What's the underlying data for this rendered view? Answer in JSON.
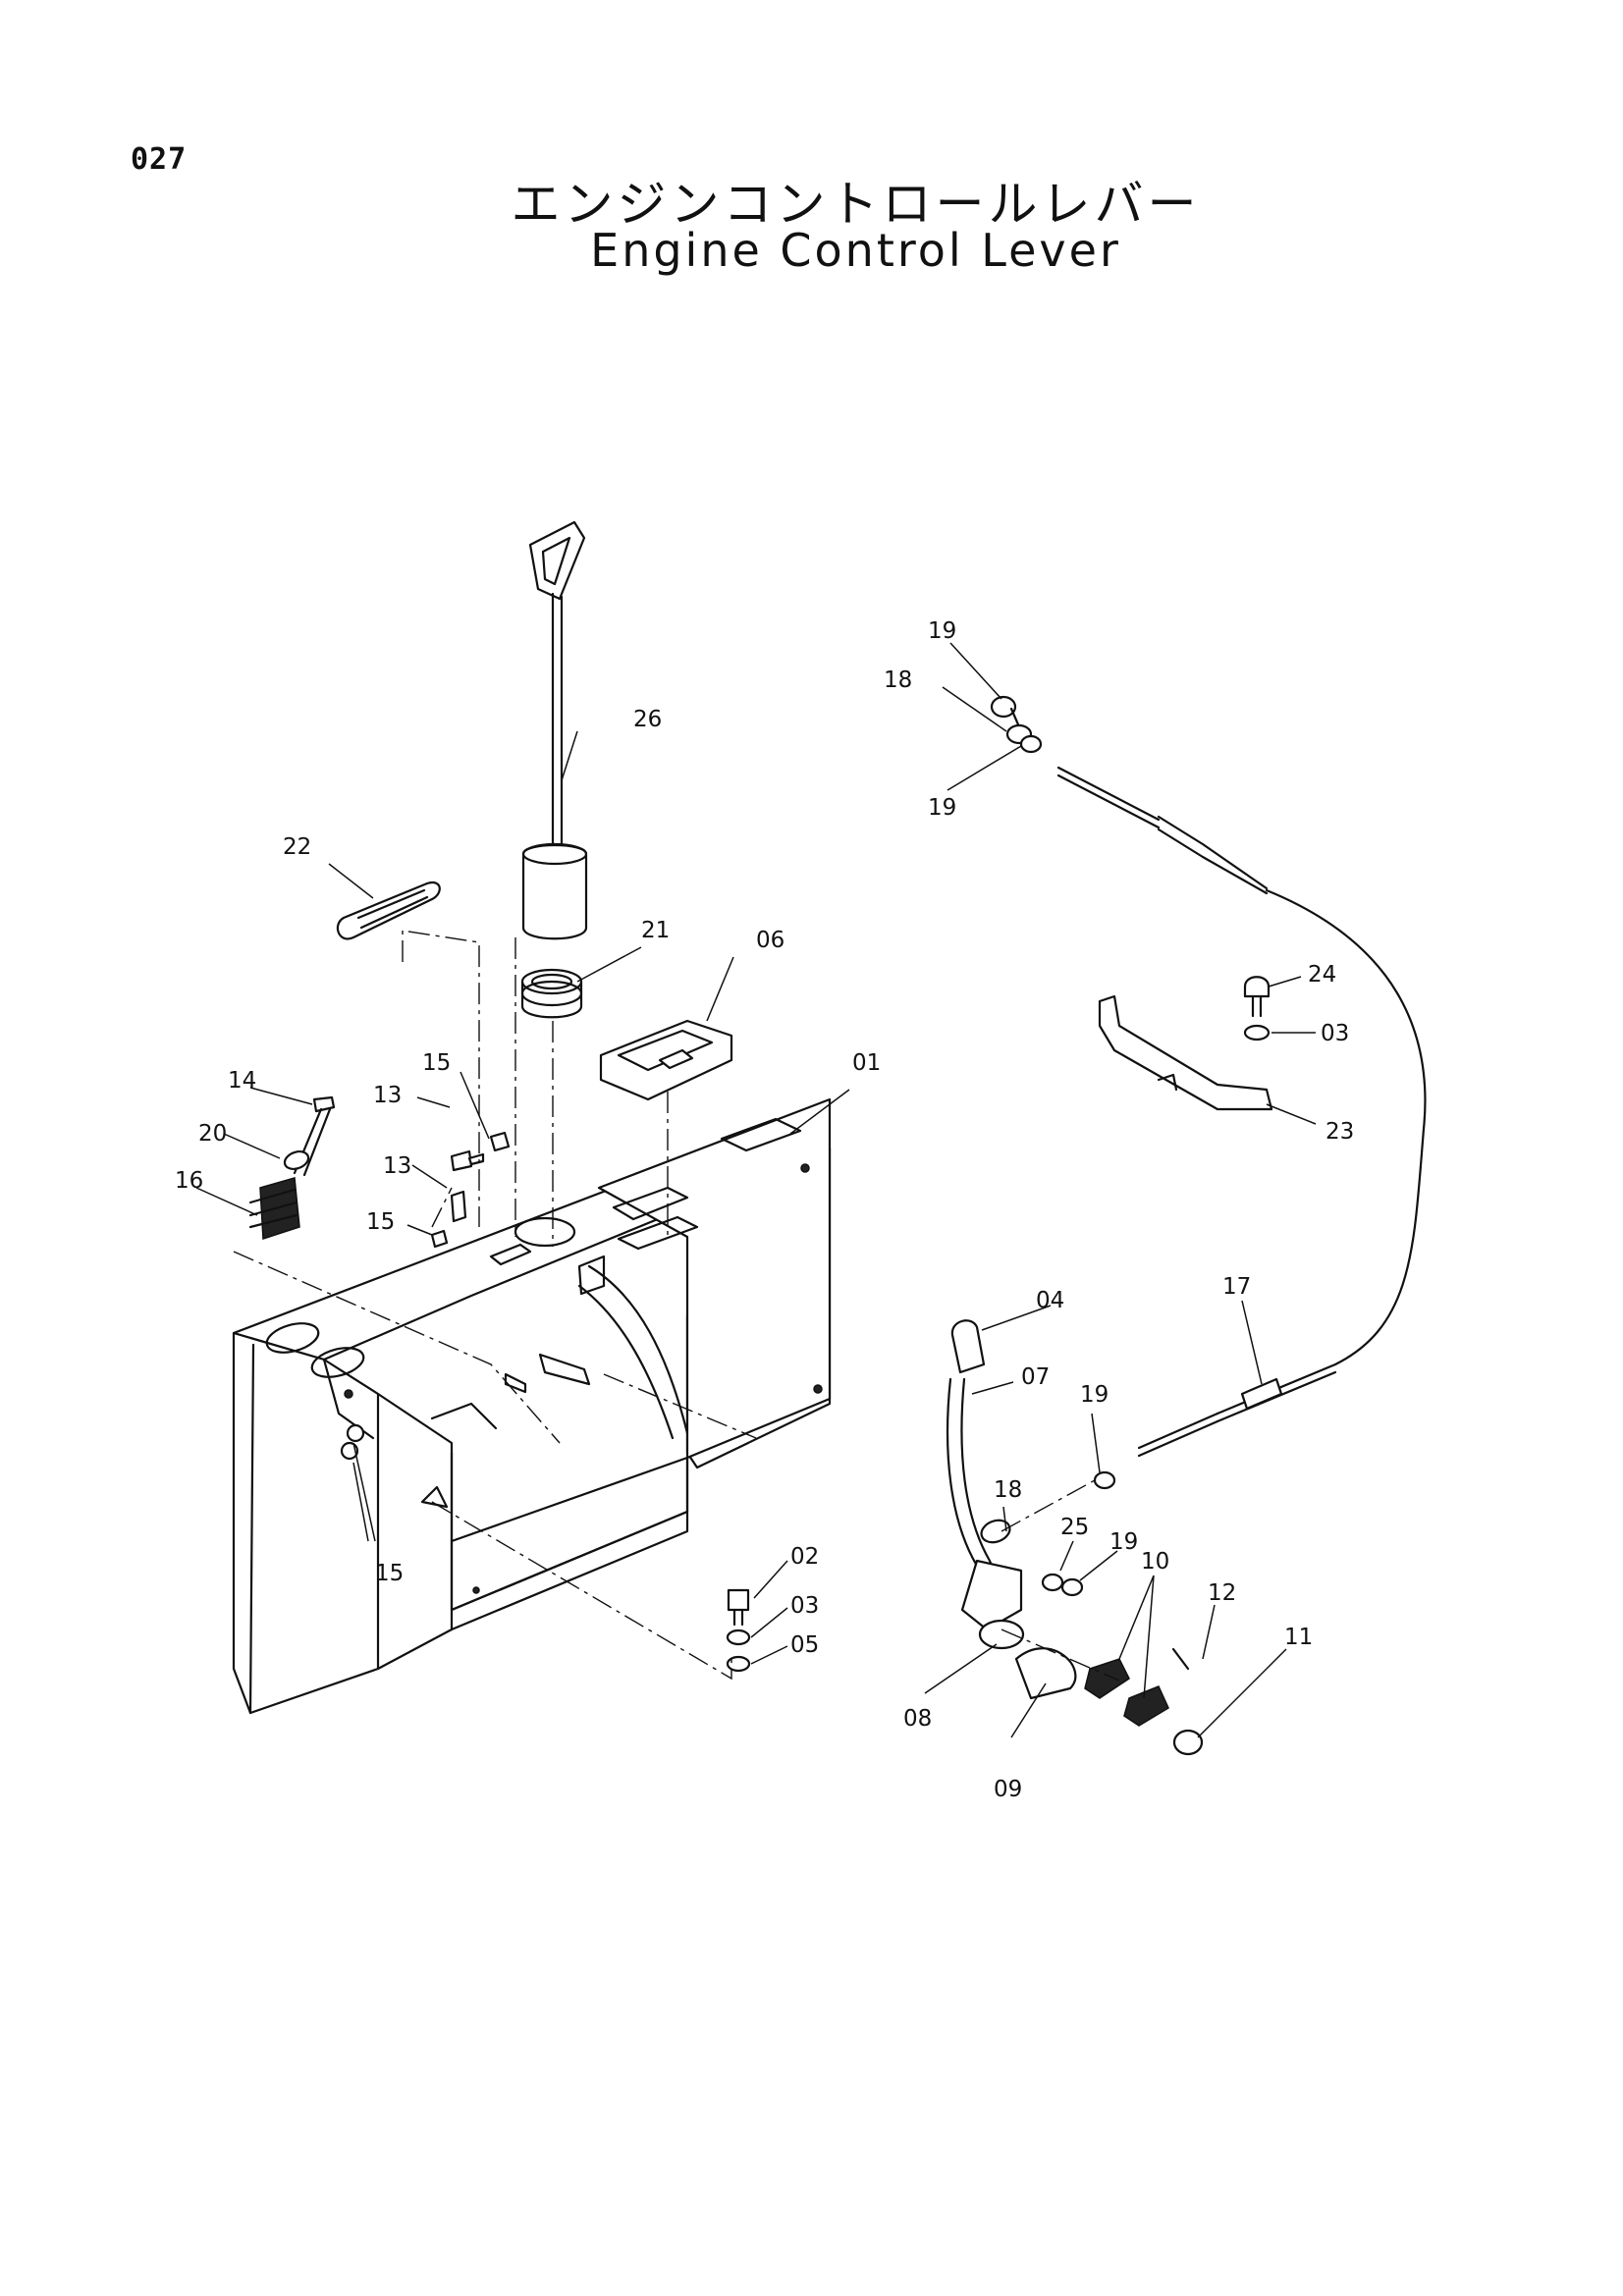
{
  "page": {
    "number": "027",
    "title_ja": "エンジンコントロールレバー",
    "title_en": "Engine Control Lever"
  },
  "callouts": [
    "01",
    "02",
    "03",
    "03",
    "04",
    "05",
    "06",
    "07",
    "08",
    "09",
    "10",
    "11",
    "12",
    "13",
    "13",
    "14",
    "15",
    "15",
    "15",
    "16",
    "17",
    "18",
    "18",
    "19",
    "19",
    "19",
    "19",
    "20",
    "21",
    "22",
    "23",
    "24",
    "25",
    "26"
  ]
}
